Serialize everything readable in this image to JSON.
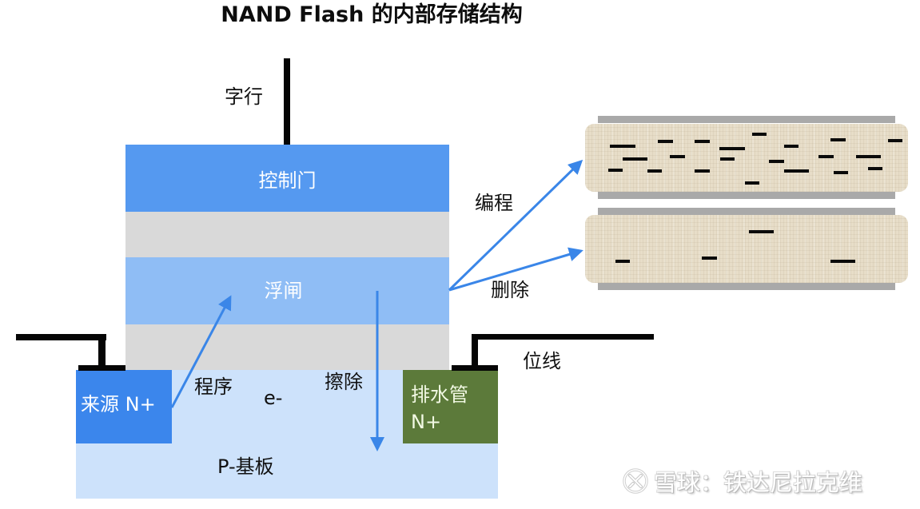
{
  "title": "NAND Flash 的内部存储结构",
  "labels": {
    "word_line": "字行",
    "control_gate": "控制门",
    "floating_gate": "浮闸",
    "source": "来源 N+",
    "drain_line1": "排水管",
    "drain_line2": "N+",
    "program": "程序",
    "electron": "e-",
    "erase_inner": "擦除",
    "substrate": "P-基板",
    "bit_line": "位线",
    "programming": "编程",
    "deleting": "删除"
  },
  "cells": [
    {
      "name": "programmed-cell",
      "state": "programmed (charged)",
      "electron_count": 21
    },
    {
      "name": "erased-cell",
      "state": "erased",
      "electron_count": 4
    }
  ],
  "watermark": {
    "icon": "snowball-logo-icon",
    "text": "雪球：铁达尼拉克维"
  },
  "colors": {
    "control_gate": "#5599f0",
    "floating_gate": "#8fbdf5",
    "oxide": "#d9d9d9",
    "substrate": "#cde2fb",
    "source": "#3b86ec",
    "drain": "#5c7a3a",
    "arrow": "#3a86e8",
    "cell_fill": "#e7ddc8",
    "cell_bar": "#a9a9a9",
    "wire": "#050505"
  }
}
